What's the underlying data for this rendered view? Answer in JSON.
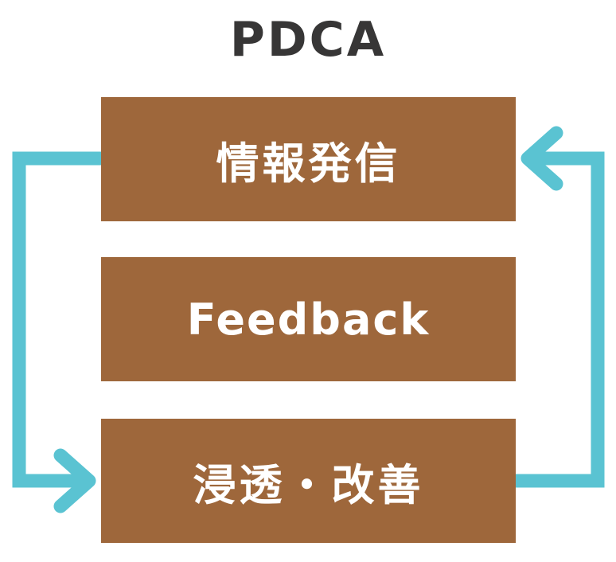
{
  "title": "PDCA",
  "steps": [
    {
      "label": "情報発信"
    },
    {
      "label": "Feedback"
    },
    {
      "label": "浸透・改善"
    }
  ],
  "colors": {
    "box": "#9e673b",
    "box_text": "#ffffff",
    "arrow": "#5ac3d2",
    "title": "#373636"
  }
}
